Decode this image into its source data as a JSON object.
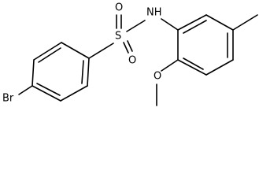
{
  "molecule": {
    "atoms": {
      "br": "Br",
      "s": "S",
      "o_top": "O",
      "o_bottom": "O",
      "nh": "NH",
      "o_methoxy": "O"
    },
    "colors": {
      "bond": "#000000",
      "label": "#000000",
      "background": "#ffffff"
    }
  }
}
